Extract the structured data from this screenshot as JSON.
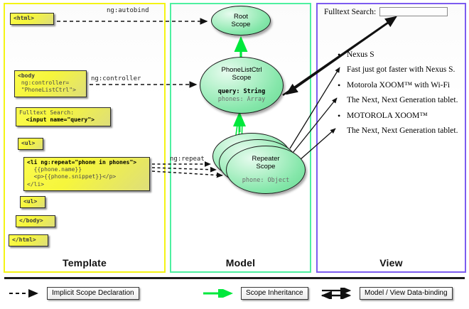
{
  "columns": {
    "template": {
      "label": "Template",
      "border_color": "#f4f414"
    },
    "model": {
      "label": "Model",
      "border_color": "#4ef0a0"
    },
    "view": {
      "label": "View",
      "border_color": "#7c5cf0"
    }
  },
  "template_boxes": {
    "html_open": "<html>",
    "body_open_l1": "<body",
    "body_open_l2": " ng:controller=",
    "body_open_l3": " \"PhoneListCtrl\">",
    "search_label": "Fulltext Search:",
    "search_input_markup": "<input name=\"query\">",
    "ul_open": "<ul>",
    "li_l1": "<li ng:repeat=\"phone in phones\">",
    "li_l2": "  {{phone.name}}",
    "li_l3": "  <p>{{phone.snippet}}</p>",
    "li_l4": "</li>",
    "ul_close": "<ul>",
    "body_close": "</body>",
    "html_close": "</html>"
  },
  "edge_labels": {
    "autobind": "ng:autobind",
    "controller": "ng:controller",
    "repeat": "ng:repeat"
  },
  "scopes": {
    "root": {
      "title_line1": "Root",
      "title_line2": "Scope"
    },
    "ctrl": {
      "title_line1": "PhoneListCtrl",
      "title_line2": "Scope",
      "prop_highlight": "query: String",
      "prop_normal": "phones: Array"
    },
    "repeater": {
      "title_line1": "Repeater",
      "title_line2": "Scope",
      "prop_normal": "phone: Object",
      "stack_count": 3
    }
  },
  "view": {
    "search_label": "Fulltext Search:",
    "search_value": "",
    "search_placeholder": "",
    "phones": [
      {
        "name": "Nexus S",
        "snippet": "Fast just got faster with Nexus S."
      },
      {
        "name": "Motorola XOOM™  with Wi-Fi",
        "snippet": "The Next, Next Generation tablet."
      },
      {
        "name": "MOTOROLA XOOM™",
        "snippet": "The Next, Next Generation tablet."
      }
    ]
  },
  "legend": {
    "implicit": "Implicit Scope Declaration",
    "inheritance": "Scope Inheritance",
    "databinding": "Model / View Data-binding"
  },
  "colors": {
    "inheritance_arrow": "#00e83c",
    "implicit_arrow": "#111111",
    "databinding_arrow": "#111111",
    "code_box_fill": "#f6f63c",
    "scope_fill": "#86e7ab"
  }
}
